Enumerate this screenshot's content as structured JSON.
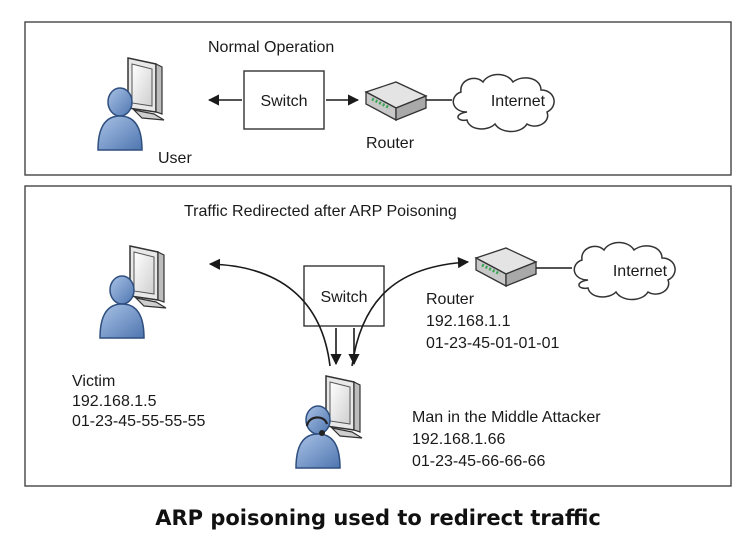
{
  "normal_panel": {
    "heading": "Normal Operation",
    "switch_label": "Switch",
    "user_label": "User",
    "router_label": "Router",
    "internet_label": "Internet"
  },
  "poison_panel": {
    "heading": "Traffic Redirected after ARP Poisoning",
    "switch_label": "Switch",
    "internet_label": "Internet",
    "router": {
      "name": "Router",
      "ip": "192.168.1.1",
      "mac": "01-23-45-01-01-01"
    },
    "victim": {
      "name": "Victim",
      "ip": "192.168.1.5",
      "mac": "01-23-45-55-55-55"
    },
    "attacker": {
      "name": "Man in the Middle Attacker",
      "ip": "192.168.1.66",
      "mac": "01-23-45-66-66-66"
    }
  },
  "caption": "ARP poisoning used to redirect traffic",
  "colors": {
    "person_fill": "#6e93c6",
    "person_stroke": "#2f4f7f",
    "monitor_fill": "#e6e6e6",
    "router_fill": "#d9d9d9",
    "router_led": "#3aa655",
    "line": "#1a1a1a"
  }
}
